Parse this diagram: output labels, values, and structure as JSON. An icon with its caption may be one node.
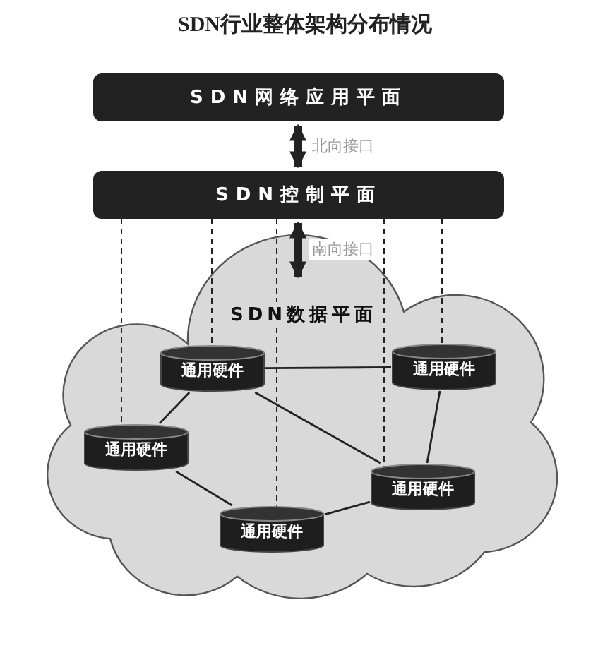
{
  "diagram": {
    "title": "SDN行业整体架构分布情况",
    "nodes": [
      {
        "text": [
          "SDN网络应用平面"
        ]
      },
      {
        "text": [
          "SDN控制平面"
        ]
      },
      {
        "text": [
          "SDN数据平面"
        ]
      },
      {
        "text": [
          "通用硬件"
        ],
        "in": 2
      },
      {
        "text": [
          "通用硬件"
        ],
        "in": 2
      },
      {
        "text": [
          "通用硬件"
        ],
        "in": 2
      },
      {
        "text": [
          "通用硬件"
        ],
        "in": 2
      },
      {
        "text": [
          "通用硬件"
        ],
        "in": 2
      }
    ],
    "edges": [
      {
        "from": 0,
        "to": 1,
        "arrow": "both",
        "style": "thick",
        "label": "北向接口"
      },
      {
        "from": 1,
        "to": 2,
        "arrow": "both",
        "style": "thick",
        "label": "南向接口"
      },
      {
        "from": 3,
        "to": 4,
        "arrow": "none"
      },
      {
        "from": 3,
        "to": 5,
        "arrow": "none"
      },
      {
        "from": 3,
        "to": 6,
        "arrow": "none"
      },
      {
        "from": 4,
        "to": 6,
        "arrow": "none"
      },
      {
        "from": 5,
        "to": 7,
        "arrow": "none"
      },
      {
        "from": 7,
        "to": 6,
        "arrow": "none"
      },
      {
        "from": 1,
        "to": 5,
        "arrow": "none",
        "style": "dashed"
      },
      {
        "from": 1,
        "to": 3,
        "arrow": "none",
        "style": "dashed"
      },
      {
        "from": 1,
        "to": 7,
        "arrow": "none",
        "style": "dashed"
      },
      {
        "from": 1,
        "to": 6,
        "arrow": "none",
        "style": "dashed"
      },
      {
        "from": 1,
        "to": 4,
        "arrow": "none",
        "style": "dashed"
      }
    ]
  }
}
